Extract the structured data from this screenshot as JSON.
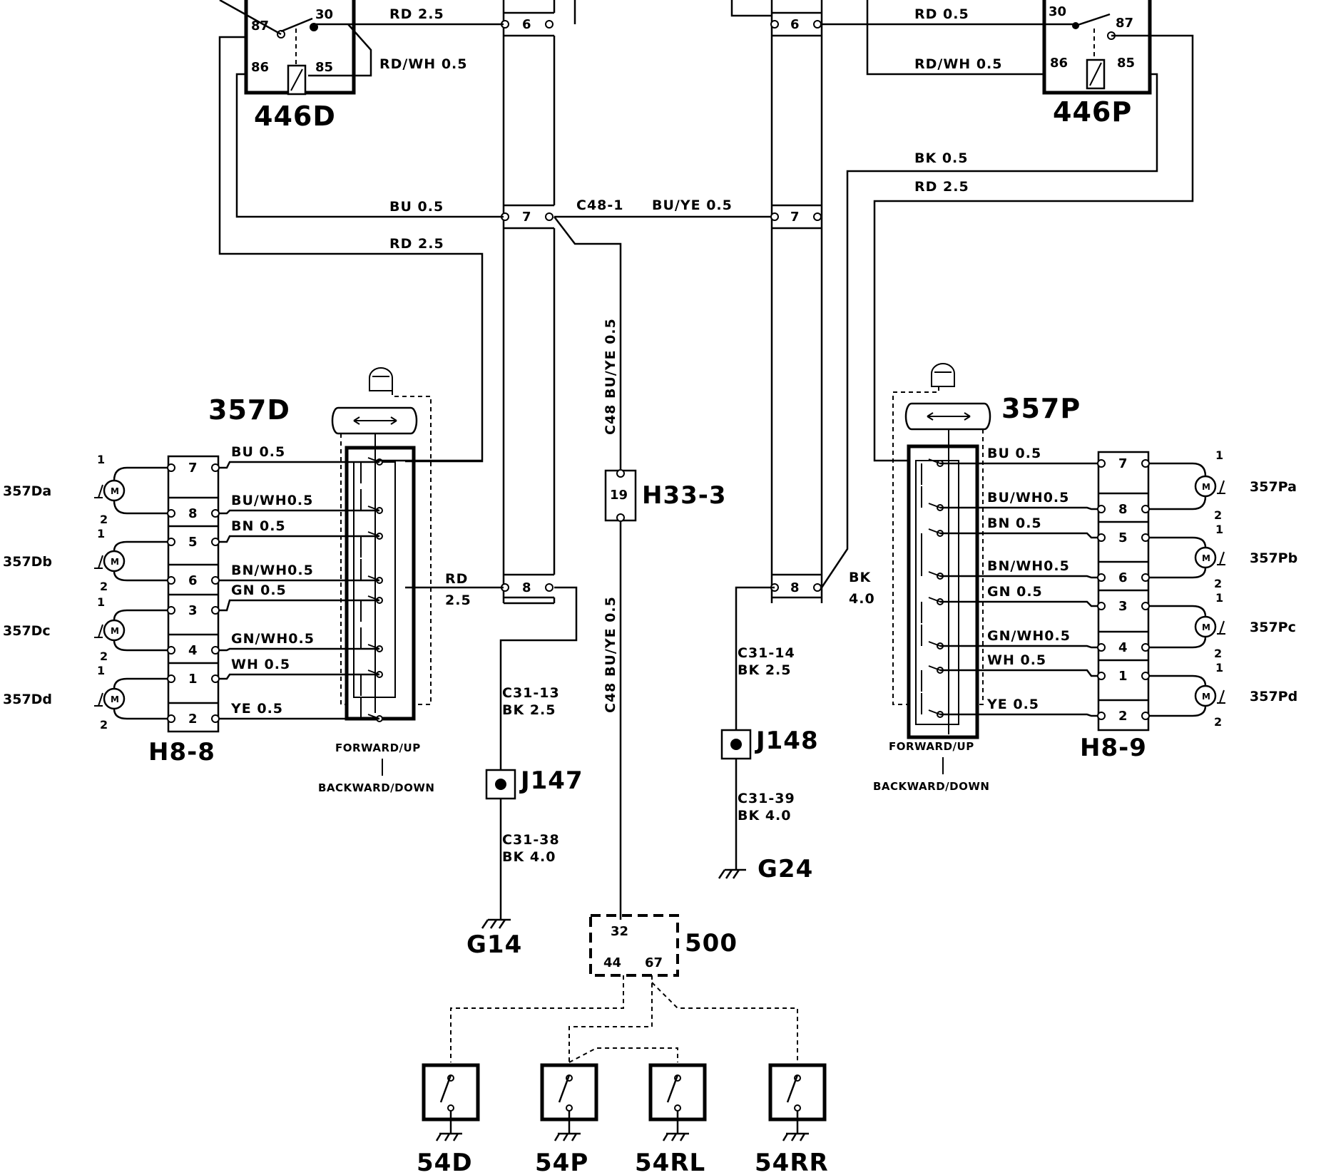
{
  "components": {
    "relay_driver": "446D",
    "relay_passenger": "446P",
    "switch_driver": "357D",
    "switch_passenger": "357P",
    "connector_driver": "H8-8",
    "connector_passenger": "H8-9",
    "connector_mid": "H33-3",
    "splice_left": "J147",
    "splice_right": "J148",
    "ground_left": "G14",
    "ground_right": "G24",
    "control_unit": "500",
    "door_switches": [
      "54D",
      "54P",
      "54RL",
      "54RR"
    ]
  },
  "relay_pins": {
    "p87": "87",
    "p30": "30",
    "p86": "86",
    "p85": "85"
  },
  "wires": {
    "rd25": "RD  2.5",
    "rdwh05": "RD/WH 0.5",
    "bu05": "BU  0.5",
    "c481": "C48-1",
    "buye05": "BU/YE  0.5",
    "c48_buye05": "C48  BU/YE  0.5",
    "buye05_v": "BU/YE  0.5",
    "c48_buye05_lower": "C48  BU/YE  0.5",
    "rd05": "RD  0.5",
    "rdwh05_r": "RD/WH 0.5",
    "bk05": "BK  0.5",
    "rd25_r": "RD  2.5",
    "rd_short": "RD",
    "rd_short_size": "2.5",
    "bk_short": "BK",
    "bk_short_size": "4.0",
    "c3113": "C31-13",
    "bk25": "BK  2.5",
    "c3138": "C31-38",
    "bk40": "BK  4.0",
    "c3114": "C31-14",
    "bk25_r": "BK  2.5",
    "c3139": "C31-39",
    "bk40_r": "BK  4.0"
  },
  "connector_pins": {
    "c6": "6",
    "c7": "7",
    "c8": "8",
    "h33_pin": "19",
    "h8_pins": [
      "7",
      "8",
      "5",
      "6",
      "3",
      "4",
      "1",
      "2"
    ],
    "ecu_pins": [
      "32",
      "44",
      "67"
    ]
  },
  "seat_wires": [
    "BU  0.5",
    "BU/WH0.5",
    "BN  0.5",
    "BN/WH0.5",
    "GN  0.5",
    "GN/WH0.5",
    "WH 0.5",
    "YE  0.5"
  ],
  "seat_motors_driver": [
    "357Da",
    "357Db",
    "357Dc",
    "357Dd"
  ],
  "seat_motors_passenger": [
    "357Pa",
    "357Pb",
    "357Pc",
    "357Pd"
  ],
  "motor_symbol": "M",
  "motor_pin_1": "1",
  "motor_pin_2": "2",
  "labels": {
    "forward_up": "FORWARD/UP",
    "backward_down": "BACKWARD/DOWN"
  }
}
